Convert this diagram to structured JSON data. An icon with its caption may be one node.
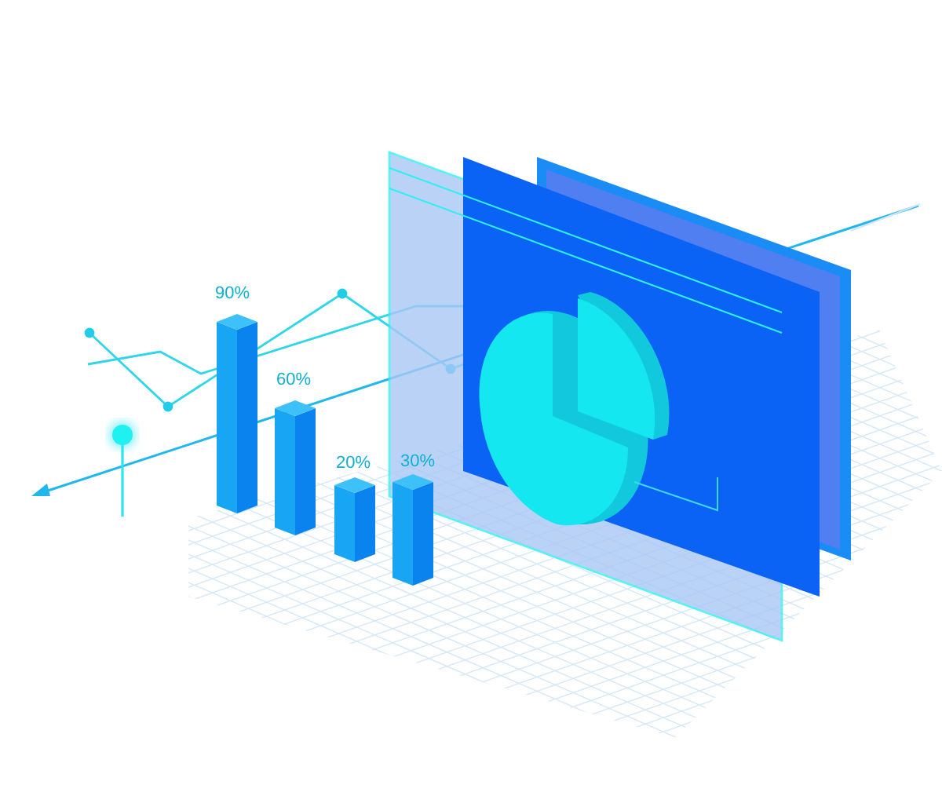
{
  "diagram": {
    "labels": [
      "90%",
      "60%",
      "20%",
      "30%"
    ]
  }
}
